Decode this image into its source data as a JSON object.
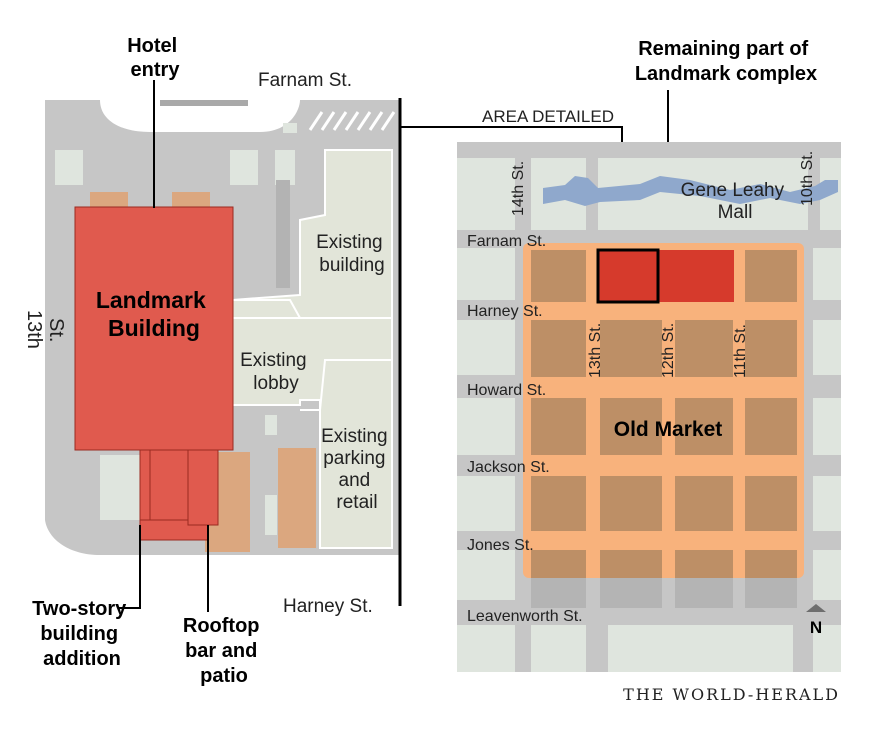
{
  "callouts": {
    "hotel_entry": [
      "Hotel",
      "entry"
    ],
    "remaining": [
      "Remaining part of",
      "Landmark complex"
    ],
    "two_story": [
      "Two-story",
      "building",
      "addition"
    ],
    "rooftop": [
      "Rooftop",
      "bar and",
      "patio"
    ],
    "area_detailed": "AREA DETAILED"
  },
  "detail_map": {
    "streets": {
      "farnam": "Farnam St.",
      "harney": "Harney St.",
      "thirteenth": [
        "13th",
        "St."
      ]
    },
    "buildings": {
      "landmark": [
        "Landmark",
        "Building"
      ],
      "existing_building": [
        "Existing",
        "building"
      ],
      "existing_lobby": [
        "Existing",
        "lobby"
      ],
      "existing_parking": [
        "Existing",
        "parking",
        "and",
        "retail"
      ]
    }
  },
  "overview_map": {
    "streets": {
      "fourteenth": "14th St.",
      "tenth": "10th St.",
      "farnam": "Farnam St.",
      "harney": "Harney St.",
      "howard": "Howard St.",
      "jackson": "Jackson St.",
      "jones": "Jones St.",
      "leavenworth": "Leavenworth St.",
      "thirteenth": "13th St.",
      "twelfth": "12th St.",
      "eleventh": "11th St."
    },
    "places": {
      "gene_leahy": [
        "Gene Leahy",
        "Mall"
      ],
      "old_market": "Old Market"
    },
    "north": "N"
  },
  "credit": "THE WORLD-HERALD",
  "colors": {
    "landmark_red": "#e05a4e",
    "remaining_red": "#d63a2c",
    "old_market_orange": "#f8b27c",
    "block_brown": "#bd8f66",
    "street_gray": "#c6c6c6",
    "existing_green": "#e2e5d9",
    "tan": "#dba77f",
    "park_blue": "#8fa8cc"
  }
}
